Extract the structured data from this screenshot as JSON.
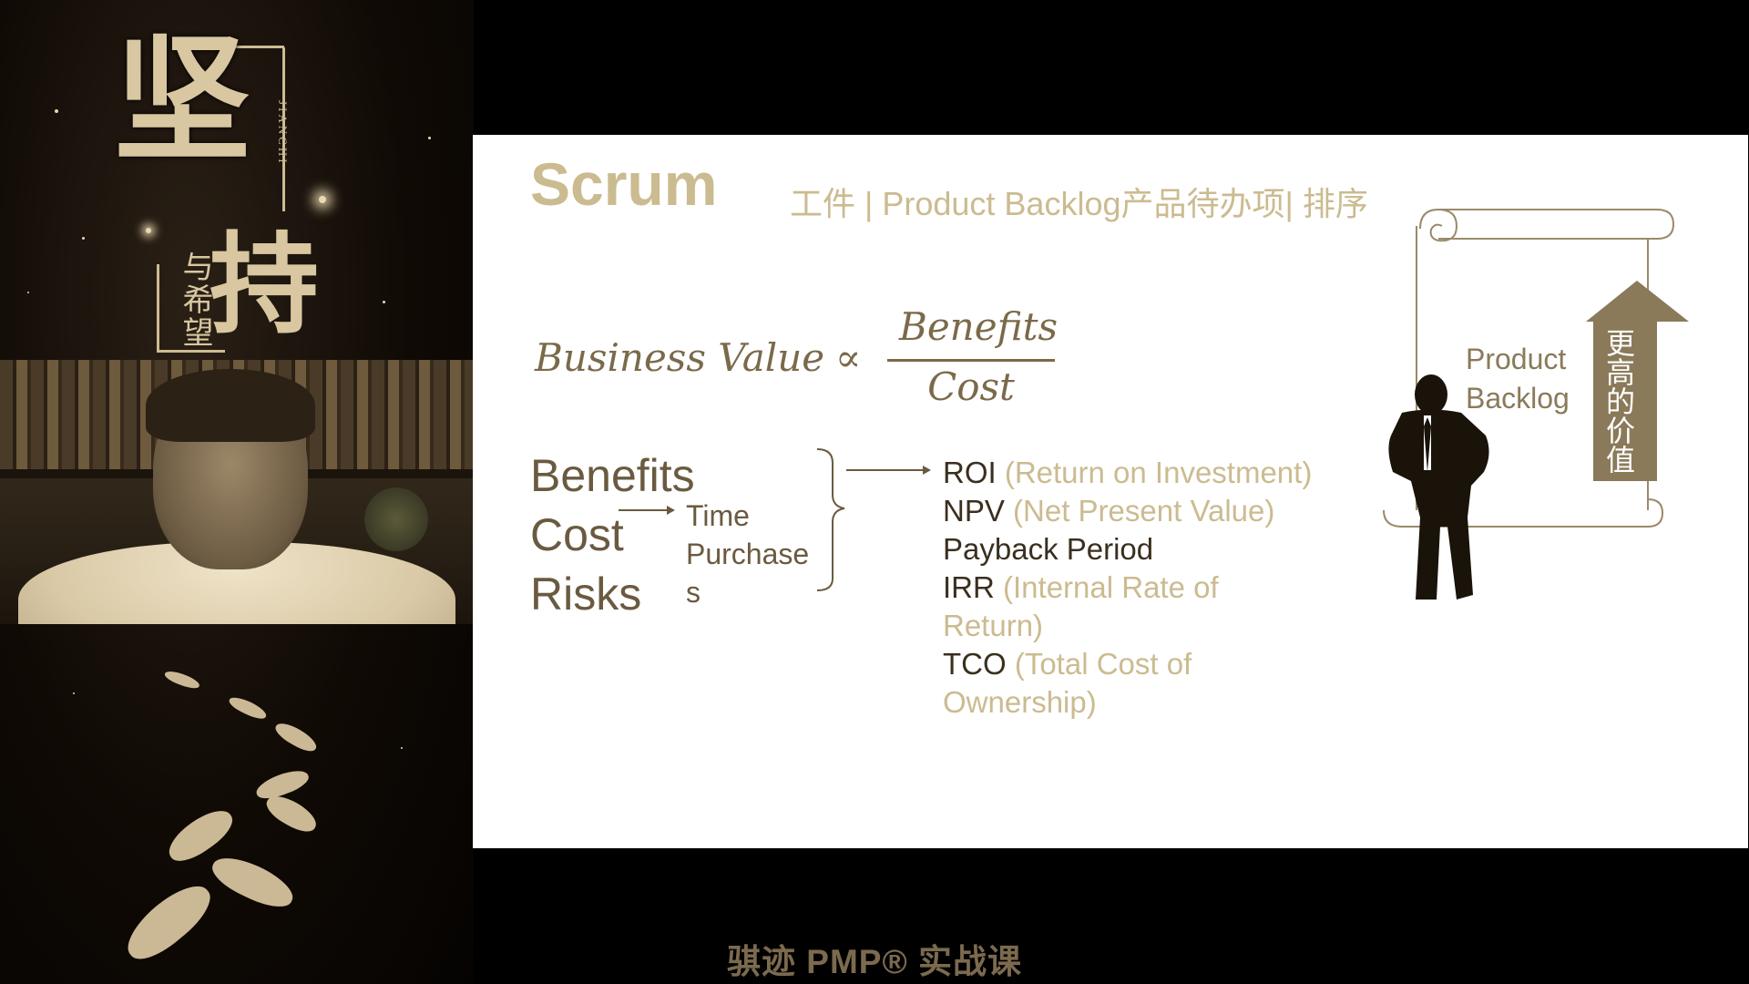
{
  "poster": {
    "title_char1": "坚",
    "title_char2": "持",
    "subtitle": "与希望",
    "pinyin": "JIANCHI"
  },
  "slide": {
    "title": "Scrum",
    "subtitle": "工件 | Product Backlog产品待办项| 排序",
    "formula": {
      "lhs": "Business Value",
      "operator": "∝",
      "numerator": "Benefits",
      "denominator": "Cost"
    },
    "factors": [
      "Benefits",
      "Cost",
      "Risks"
    ],
    "cost_details": [
      "Time",
      "Purchase",
      "s"
    ],
    "metrics": [
      {
        "abbr": "ROI",
        "desc": "(Return on Investment)"
      },
      {
        "abbr": "NPV",
        "desc": "(Net Present Value)"
      },
      {
        "abbr": "Payback Period",
        "desc": ""
      },
      {
        "abbr": "IRR",
        "desc": "(Internal Rate of Return)"
      },
      {
        "abbr": "TCO",
        "desc": "(Total Cost of Ownership)"
      }
    ],
    "product_backlog_label": [
      "Product",
      "Backlog"
    ],
    "arrow_label": "更高的价值"
  },
  "footer": "骐迹 PMP® 实战课",
  "colors": {
    "accent_gold": "#cbbb90",
    "dark_brown": "#6a5a40",
    "arrow_brown": "#8a7a5a"
  }
}
